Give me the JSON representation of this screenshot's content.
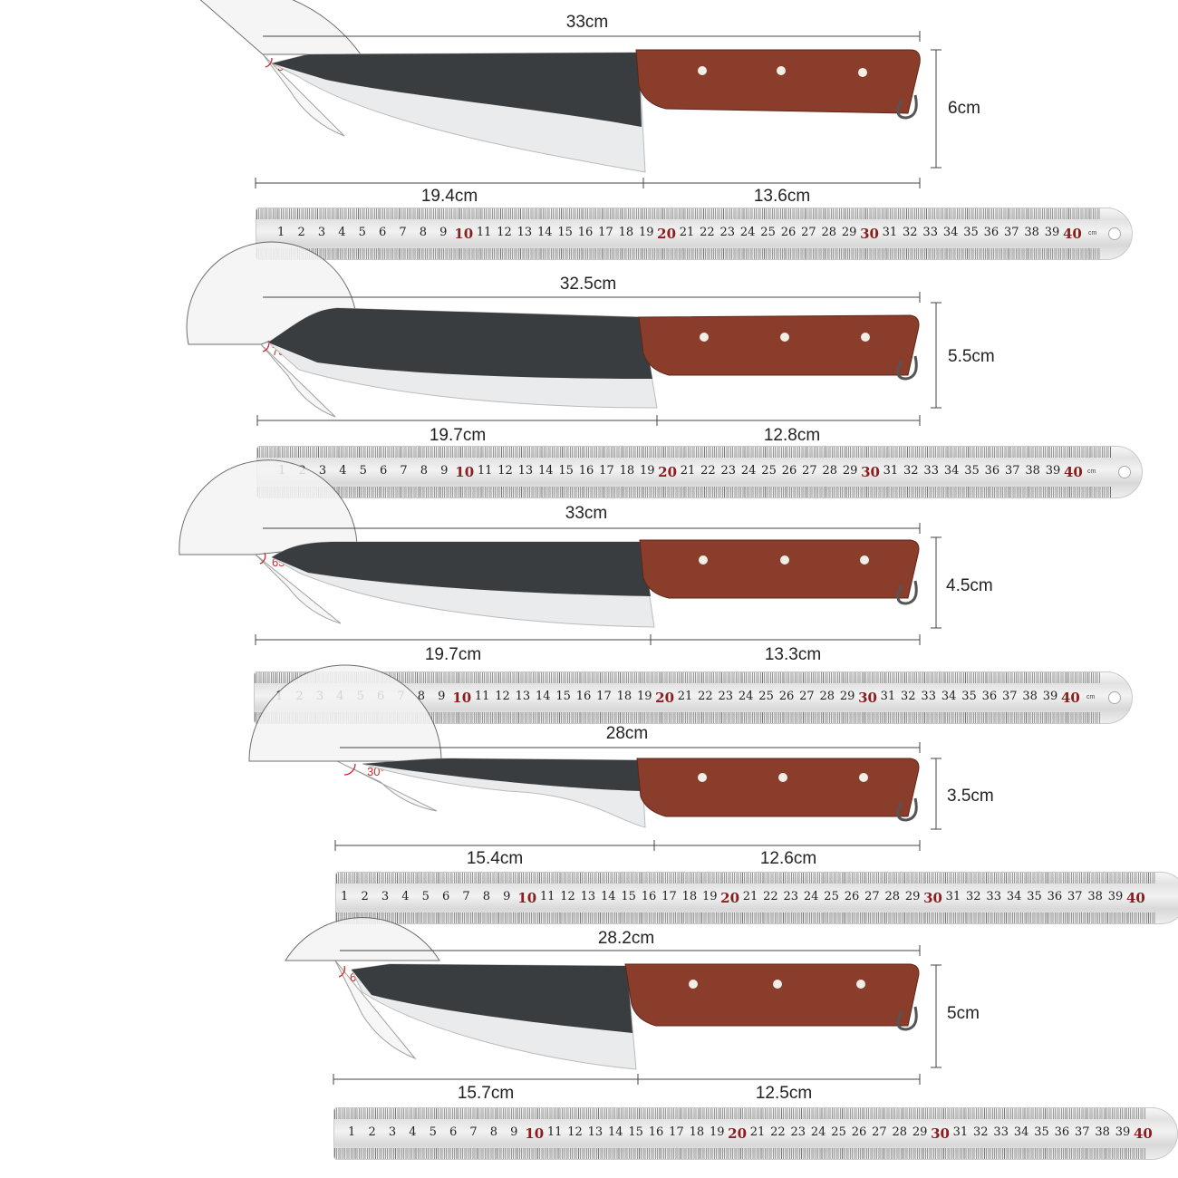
{
  "knives": [
    {
      "total": "33cm",
      "blade": "19.4cm",
      "handle": "13.6cm",
      "height": "6cm",
      "angle": "50°"
    },
    {
      "total": "32.5cm",
      "blade": "19.7cm",
      "handle": "12.8cm",
      "height": "5.5cm",
      "angle": "75°"
    },
    {
      "total": "33cm",
      "blade": "19.7cm",
      "handle": "13.3cm",
      "height": "4.5cm",
      "angle": "65°"
    },
    {
      "total": "28cm",
      "blade": "15.4cm",
      "handle": "12.6cm",
      "height": "3.5cm",
      "angle": "30°"
    },
    {
      "total": "28.2cm",
      "blade": "15.7cm",
      "handle": "12.5cm",
      "height": "5cm",
      "angle": "60°"
    }
  ],
  "ruler": {
    "numbers": [
      "1",
      "2",
      "3",
      "4",
      "5",
      "6",
      "7",
      "8",
      "9",
      "10",
      "11",
      "12",
      "13",
      "14",
      "15",
      "16",
      "17",
      "18",
      "19",
      "20",
      "21",
      "22",
      "23",
      "24",
      "25",
      "26",
      "27",
      "28",
      "29",
      "30",
      "31",
      "32",
      "33",
      "34",
      "35",
      "36",
      "37",
      "38",
      "39",
      "40"
    ],
    "unit": "cm"
  },
  "colors": {
    "handle": "#8a3d2b",
    "handle_dark": "#5e2418",
    "blade_dark": "#3a3d40",
    "blade_edge": "#e9ebec",
    "angle_mark": "#d6262a",
    "ruler_big_number": "#8b1d1d"
  }
}
